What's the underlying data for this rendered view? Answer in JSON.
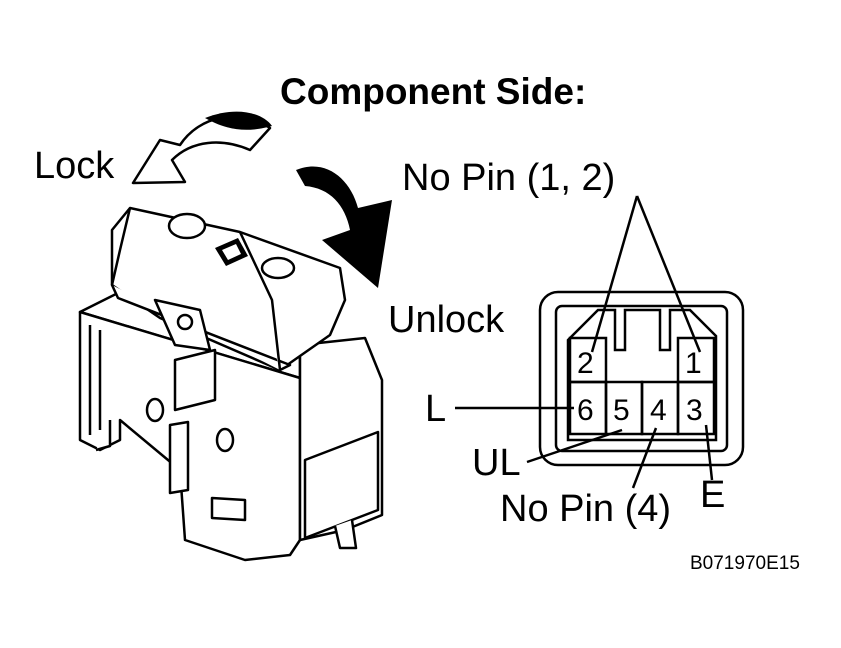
{
  "diagram": {
    "title": "Component Side:",
    "labels": {
      "lock": "Lock",
      "unlock": "Unlock",
      "no_pin_top": "No Pin (1, 2)",
      "no_pin_bottom": "No Pin (4)",
      "left": "L",
      "unlock_terminal": "UL",
      "earth": "E"
    },
    "pins": [
      "1",
      "2",
      "3",
      "4",
      "5",
      "6"
    ],
    "figure_code": "B071970E15",
    "colors": {
      "ink": "#000000",
      "background": "#ffffff"
    }
  }
}
